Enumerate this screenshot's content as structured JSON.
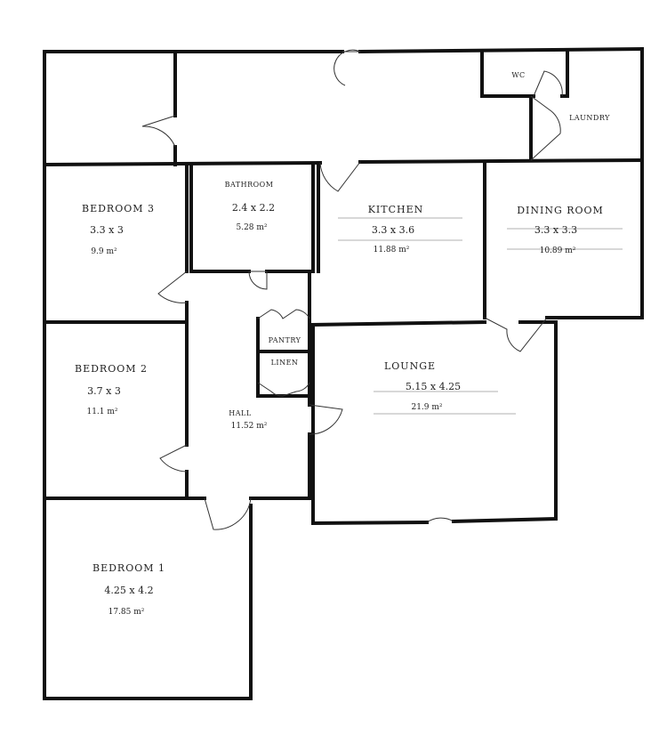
{
  "rooms": {
    "wc": {
      "name": "WC"
    },
    "laundry": {
      "name": "LAUNDRY"
    },
    "bathroom": {
      "name": "BATHROOM",
      "dims": "2.4 x 2.2",
      "area": "5.28 m²"
    },
    "bedroom3": {
      "name": "BEDROOM 3",
      "dims": "3.3 x 3",
      "area": "9.9 m²"
    },
    "kitchen": {
      "name": "KITCHEN",
      "dims": "3.3 x 3.6",
      "area": "11.88 m²"
    },
    "dining": {
      "name": "DINING ROOM",
      "dims": "3.3 x 3.3",
      "area": "10.89 m²"
    },
    "pantry": {
      "name": "PANTRY"
    },
    "linen": {
      "name": "LINEN"
    },
    "bedroom2": {
      "name": "BEDROOM 2",
      "dims": "3.7 x 3",
      "area": "11.1 m²"
    },
    "hall": {
      "name": "HALL",
      "area": "11.52 m²"
    },
    "lounge": {
      "name": "LOUNGE",
      "dims": "5.15 x 4.25",
      "area": "21.9 m²"
    },
    "bedroom1": {
      "name": "BEDROOM 1",
      "dims": "4.25 x 4.2",
      "area": "17.85 m²"
    }
  },
  "colors": {
    "wall": "#111111",
    "paper": "#ffffff",
    "ink": "#222222"
  }
}
